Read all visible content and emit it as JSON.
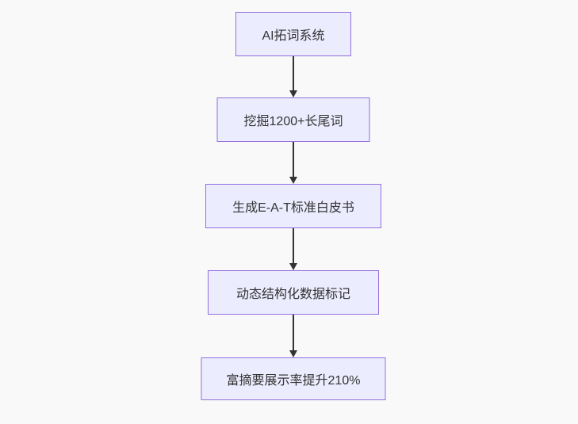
{
  "diagram": {
    "type": "flowchart",
    "direction": "top-down",
    "nodes": [
      {
        "label": "AI拓词系统"
      },
      {
        "label": "挖掘1200+长尾词"
      },
      {
        "label": "生成E-A-T标准白皮书"
      },
      {
        "label": "动态结构化数据标记"
      },
      {
        "label": "富摘要展示率提升210%"
      }
    ],
    "edges": [
      {
        "from": 0,
        "to": 1
      },
      {
        "from": 1,
        "to": 2
      },
      {
        "from": 2,
        "to": 3
      },
      {
        "from": 3,
        "to": 4
      }
    ]
  },
  "colors": {
    "page-bg": "#f9f9f9",
    "node-fill": "#ececff",
    "node-border": "#9370db",
    "node-text": "#333333",
    "arrow": "#333333"
  }
}
